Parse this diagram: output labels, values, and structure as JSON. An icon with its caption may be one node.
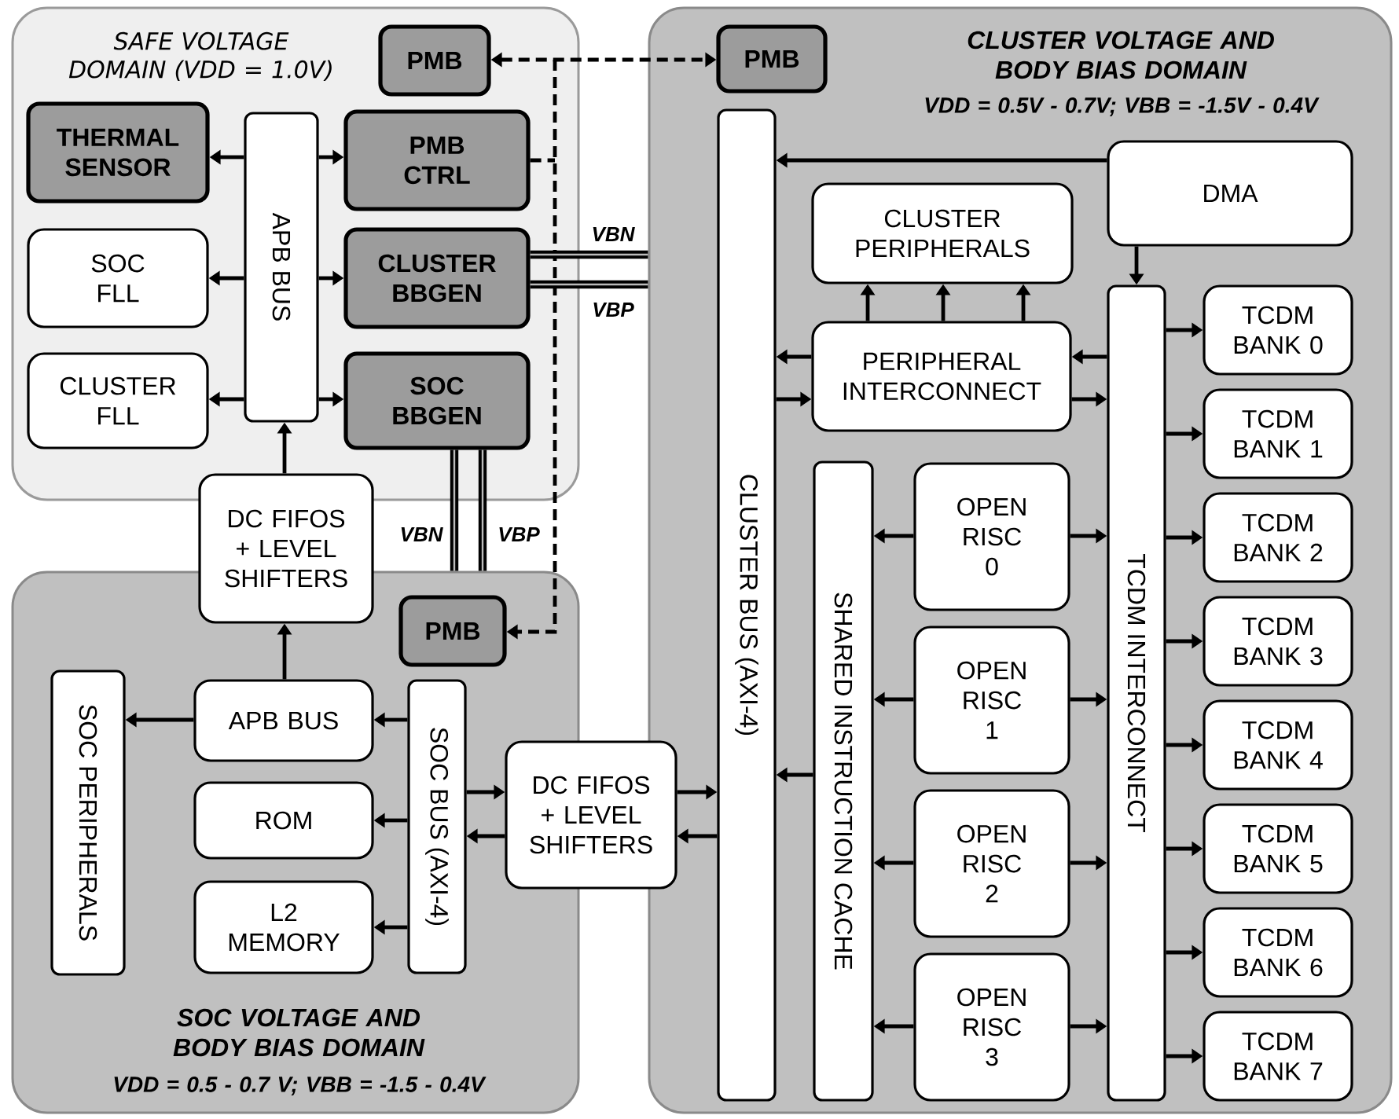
{
  "diagram": {
    "nodes": [
      {
        "text": [
          "SAFE VOLTAGE DOMAIN (VDD = 1.0V)"
        ]
      },
      {
        "text": [
          "PMB"
        ],
        "in": 0
      },
      {
        "text": [
          "THERMAL SENSOR"
        ],
        "in": 0
      },
      {
        "text": [
          "APB BUS"
        ],
        "in": 0
      },
      {
        "text": [
          "PMB CTRL"
        ],
        "in": 0
      },
      {
        "text": [
          "SOC FLL"
        ],
        "in": 0
      },
      {
        "text": [
          "CLUSTER BBGEN"
        ],
        "in": 0
      },
      {
        "text": [
          "CLUSTER FLL"
        ],
        "in": 0
      },
      {
        "text": [
          "SOC BBGEN"
        ],
        "in": 0
      },
      {
        "text": [
          "DC FIFOS + LEVEL SHIFTERS"
        ]
      },
      {
        "text": [
          "SOC VOLTAGE AND BODY BIAS DOMAIN",
          "VDD = 0.5 - 0.7 V; VBB = -1.5 - 0.4V"
        ]
      },
      {
        "text": [
          "PMB"
        ],
        "in": 10
      },
      {
        "text": [
          "SOC PERIPHERALS"
        ],
        "in": 10
      },
      {
        "text": [
          "APB BUS"
        ],
        "in": 10
      },
      {
        "text": [
          "SOC BUS (AXI-4)"
        ],
        "in": 10
      },
      {
        "text": [
          "ROM"
        ],
        "in": 10
      },
      {
        "text": [
          "L2 MEMORY"
        ],
        "in": 10
      },
      {
        "text": [
          "DC FIFOS + LEVEL SHIFTERS"
        ]
      },
      {
        "text": [
          "CLUSTER VOLTAGE AND BODY BIAS DOMAIN",
          "VDD = 0.5V - 0.7V; VBB = -1.5V - 0.4V"
        ]
      },
      {
        "text": [
          "PMB"
        ],
        "in": 18
      },
      {
        "text": [
          "CLUSTER BUS (AXI-4)"
        ],
        "in": 18
      },
      {
        "text": [
          "DMA"
        ],
        "in": 18
      },
      {
        "text": [
          "CLUSTER PERIPHERALS"
        ],
        "in": 18
      },
      {
        "text": [
          "PERIPHERAL INTERCONNECT"
        ],
        "in": 18
      },
      {
        "text": [
          "TCDM INTERCONNECT"
        ],
        "in": 18
      },
      {
        "text": [
          "TCDM BANK 0"
        ],
        "in": 18
      },
      {
        "text": [
          "TCDM BANK 1"
        ],
        "in": 18
      },
      {
        "text": [
          "TCDM BANK 2"
        ],
        "in": 18
      },
      {
        "text": [
          "TCDM BANK 3"
        ],
        "in": 18
      },
      {
        "text": [
          "TCDM BANK 4"
        ],
        "in": 18
      },
      {
        "text": [
          "TCDM BANK 5"
        ],
        "in": 18
      },
      {
        "text": [
          "TCDM BANK 6"
        ],
        "in": 18
      },
      {
        "text": [
          "TCDM BANK 7"
        ],
        "in": 18
      },
      {
        "text": [
          "SHARED INSTRUCTION CACHE"
        ],
        "in": 18
      },
      {
        "text": [
          "OPEN RISC 0"
        ],
        "in": 18
      },
      {
        "text": [
          "OPEN RISC 1"
        ],
        "in": 18
      },
      {
        "text": [
          "OPEN RISC 2"
        ],
        "in": 18
      },
      {
        "text": [
          "OPEN RISC 3"
        ],
        "in": 18
      }
    ],
    "edges": [
      {
        "from": 1,
        "to": 19,
        "arrow": "both",
        "style": "dashed"
      },
      {
        "from": 4,
        "to": 11,
        "arrow": "to",
        "style": "dashed"
      },
      {
        "from": 3,
        "to": 2,
        "arrow": "to"
      },
      {
        "from": 3,
        "to": 4,
        "arrow": "to"
      },
      {
        "from": 3,
        "to": 5,
        "arrow": "to"
      },
      {
        "from": 3,
        "to": 6,
        "arrow": "to"
      },
      {
        "from": 3,
        "to": 7,
        "arrow": "to"
      },
      {
        "from": 3,
        "to": 8,
        "arrow": "to"
      },
      {
        "from": 9,
        "to": 3,
        "arrow": "to"
      },
      {
        "from": 6,
        "to": 18,
        "arrow": "none",
        "style": "thick",
        "label": "VBN"
      },
      {
        "from": 6,
        "to": 18,
        "arrow": "none",
        "style": "thick",
        "label": "VBP"
      },
      {
        "from": 8,
        "to": 10,
        "arrow": "none",
        "style": "thick",
        "label": "VBN"
      },
      {
        "from": 8,
        "to": 10,
        "arrow": "none",
        "style": "thick",
        "label": "VBP"
      },
      {
        "from": 13,
        "to": 9,
        "arrow": "to"
      },
      {
        "from": 13,
        "to": 12,
        "arrow": "to"
      },
      {
        "from": 14,
        "to": 13,
        "arrow": "to"
      },
      {
        "from": 14,
        "to": 15,
        "arrow": "to"
      },
      {
        "from": 14,
        "to": 16,
        "arrow": "to"
      },
      {
        "from": 14,
        "to": 17,
        "arrow": "to"
      },
      {
        "from": 17,
        "to": 14,
        "arrow": "to"
      },
      {
        "from": 17,
        "to": 20,
        "arrow": "to"
      },
      {
        "from": 20,
        "to": 17,
        "arrow": "to"
      },
      {
        "from": 21,
        "to": 20,
        "arrow": "to"
      },
      {
        "from": 21,
        "to": 24,
        "arrow": "to"
      },
      {
        "from": 23,
        "to": 22,
        "arrow": "to"
      },
      {
        "from": 23,
        "to": 22,
        "arrow": "to"
      },
      {
        "from": 23,
        "to": 22,
        "arrow": "to"
      },
      {
        "from": 23,
        "to": 20,
        "arrow": "to"
      },
      {
        "from": 20,
        "to": 23,
        "arrow": "to"
      },
      {
        "from": 24,
        "to": 23,
        "arrow": "to"
      },
      {
        "from": 23,
        "to": 24,
        "arrow": "to"
      },
      {
        "from": 24,
        "to": 25,
        "arrow": "to"
      },
      {
        "from": 24,
        "to": 26,
        "arrow": "to"
      },
      {
        "from": 24,
        "to": 27,
        "arrow": "to"
      },
      {
        "from": 24,
        "to": 28,
        "arrow": "to"
      },
      {
        "from": 24,
        "to": 29,
        "arrow": "to"
      },
      {
        "from": 24,
        "to": 30,
        "arrow": "to"
      },
      {
        "from": 24,
        "to": 31,
        "arrow": "to"
      },
      {
        "from": 24,
        "to": 32,
        "arrow": "to"
      },
      {
        "from": 33,
        "to": 20,
        "arrow": "to"
      },
      {
        "from": 34,
        "to": 33,
        "arrow": "to"
      },
      {
        "from": 35,
        "to": 33,
        "arrow": "to"
      },
      {
        "from": 36,
        "to": 33,
        "arrow": "to"
      },
      {
        "from": 37,
        "to": 33,
        "arrow": "to"
      },
      {
        "from": 34,
        "to": 24,
        "arrow": "to"
      },
      {
        "from": 35,
        "to": 24,
        "arrow": "to"
      },
      {
        "from": 36,
        "to": 24,
        "arrow": "to"
      },
      {
        "from": 37,
        "to": 24,
        "arrow": "to"
      }
    ]
  }
}
